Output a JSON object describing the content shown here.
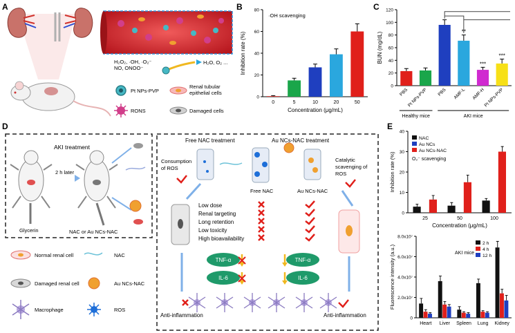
{
  "panels": {
    "A": "A",
    "B": "B",
    "C": "C",
    "D": "D",
    "E": "E"
  },
  "panel_a": {
    "ros_species_line1": "H₂O₂, ·OH, ·O₂⁻",
    "ros_species_line2": "NO, ONOO⁻",
    "products": "H₂O, O₂ ...",
    "legend": {
      "pt_nps": "Pt NPs-PVP",
      "renal_cells": "Renal tubular",
      "renal_cells_2": "epithelial cells",
      "rons": "RONS",
      "damaged": "Damaged cells"
    }
  },
  "panel_d": {
    "aki_treatment": "AKI treatment",
    "two_h_later": "2 h later",
    "glycerin": "Glycerin",
    "nac_or": "NAC or Au NCs-NAC",
    "free_nac_treatment": "Free NAC treatment",
    "au_nac_treatment": "Au NCs-NAC treatment",
    "consumption": "Consumption",
    "of_ros": "of ROS",
    "catalytic": "Catalytic",
    "scavenging": "scavenging of",
    "ros": "ROS",
    "free_nac": "Free NAC",
    "au_ncs_nac": "Au NCs-NAC",
    "properties": [
      "Low dose",
      "Renal targeting",
      "Long retention",
      "Low toxicity",
      "High bioavailability"
    ],
    "tnf": "TNF-α",
    "il6": "IL-6",
    "anti_inflammation": "Anti-inflammation",
    "legend": {
      "normal": "Normal renal cell",
      "nac": "NAC",
      "damaged": "Damaged renal cell",
      "au_nac": "Au NCs-NAC",
      "macrophage": "Macrophage",
      "ros": "ROS"
    }
  },
  "colors": {
    "red": "#e0201b",
    "blue": "#1f3fbf",
    "green": "#1aa64a",
    "cyan": "#2aa7de",
    "yellow": "#f7e017"
  },
  "chart_data": [
    {
      "id": "B",
      "type": "bar",
      "annotation": "·OH scavenging",
      "categories": [
        "0",
        "5",
        "10",
        "20",
        "50"
      ],
      "values": [
        0.5,
        15,
        27,
        39,
        60
      ],
      "errors": [
        0.5,
        2,
        3,
        5,
        7
      ],
      "colors": [
        "#e0201b",
        "#1aa64a",
        "#1f3fbf",
        "#2aa7de",
        "#e0201b"
      ],
      "xlabel": "Concentration (μg/mL)",
      "ylabel": "Inhibition rate (%)",
      "ylim": [
        0,
        80
      ],
      "yticks": [
        0,
        20,
        40,
        60,
        80
      ]
    },
    {
      "id": "C",
      "type": "bar",
      "categories": [
        "PBS",
        "Pt NPs-PVP",
        "PBS",
        "AMF-L",
        "AMF-H",
        "Pt NPs-PVP"
      ],
      "values": [
        23,
        24,
        96,
        71,
        25,
        35
      ],
      "errors": [
        4,
        4,
        8,
        9,
        4,
        7
      ],
      "colors": [
        "#e0201b",
        "#1aa64a",
        "#1f3fbf",
        "#2aa7de",
        "#d02ad0",
        "#f7e017"
      ],
      "significance": [
        "",
        "",
        "",
        "**",
        "***",
        "***"
      ],
      "groups": [
        "Healthy mice",
        "AKI mice"
      ],
      "ylabel": "BUN (mg/dL)",
      "ylim": [
        0,
        120
      ],
      "yticks": [
        0,
        20,
        40,
        60,
        80,
        100,
        120
      ]
    },
    {
      "id": "E1",
      "type": "bar",
      "annotation": "O₂⁻ scavenging",
      "categories": [
        "25",
        "50",
        "100"
      ],
      "series": [
        {
          "name": "NAC",
          "values": [
            3,
            3.5,
            6
          ],
          "errors": [
            1.2,
            1.5,
            1
          ],
          "color": "#111111"
        },
        {
          "name": "Au NCs",
          "values": [
            0,
            0,
            0
          ],
          "errors": [
            0,
            0,
            0
          ],
          "color": "#1f3fbf"
        },
        {
          "name": "Au NCs-NAC",
          "values": [
            6.5,
            15,
            30
          ],
          "errors": [
            2,
            3.5,
            2.5
          ],
          "color": "#e0201b"
        }
      ],
      "xlabel": "Concentration (μg/mL)",
      "ylabel": "Inhibition rate (%)",
      "ylim": [
        0,
        40
      ],
      "yticks": [
        0,
        10,
        20,
        30,
        40
      ]
    },
    {
      "id": "E2",
      "type": "bar",
      "annotation": "AKI mice",
      "categories": [
        "Heart",
        "Liver",
        "Spleen",
        "Lung",
        "Kidney"
      ],
      "series": [
        {
          "name": "2 h",
          "values": [
            1.4,
            3.6,
            0.8,
            3.4,
            6.9
          ],
          "errors": [
            0.5,
            0.5,
            0.3,
            0.4,
            0.6
          ],
          "color": "#111111"
        },
        {
          "name": "4 h",
          "values": [
            0.6,
            1.3,
            0.5,
            0.6,
            2.4
          ],
          "errors": [
            0.2,
            0.3,
            0.1,
            0.1,
            0.4
          ],
          "color": "#e0201b"
        },
        {
          "name": "12 h",
          "values": [
            0.4,
            1.1,
            0.4,
            0.5,
            1.7
          ],
          "errors": [
            0.1,
            0.2,
            0.1,
            0.1,
            0.5
          ],
          "color": "#1f3fbf"
        }
      ],
      "ylabel": "Fluorescence intensity (a.u.)",
      "ylim": [
        0,
        8
      ],
      "yticks": [
        0,
        2,
        4,
        6,
        8
      ],
      "ytick_labels": [
        "0",
        "2.0x10⁷",
        "4.0x10⁷",
        "6.0x10⁷",
        "8.0x10⁷"
      ]
    }
  ]
}
